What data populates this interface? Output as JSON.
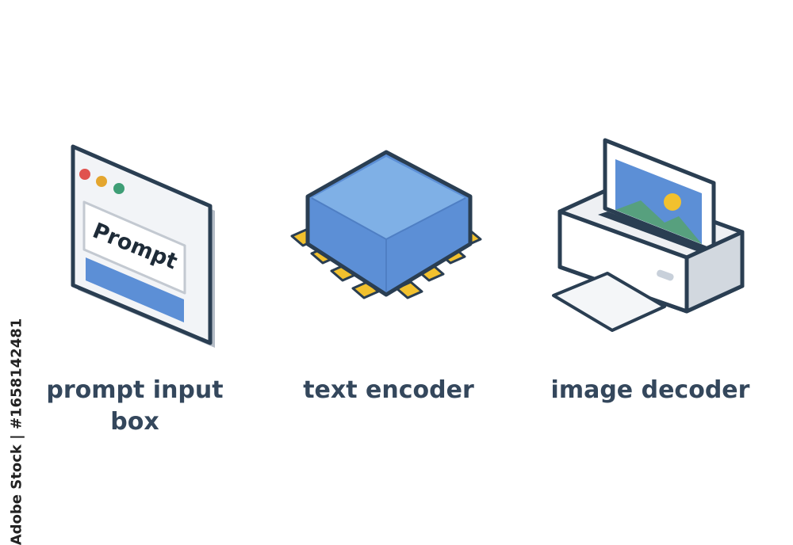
{
  "items": [
    {
      "label_line1": "prompt input",
      "label_line2": "box",
      "screen_text": "Prompt",
      "icon": "browser-window-icon"
    },
    {
      "label_line1": "text encoder",
      "icon": "microchip-icon"
    },
    {
      "label_line1": "image decoder",
      "icon": "printer-icon"
    }
  ],
  "watermark_id": "Adobe Stock | #1658142481",
  "colors": {
    "outline": "#2a3e52",
    "blue": "#5c8fd6",
    "chip_top": "#7fb0e6",
    "gold": "#f2c12e",
    "gray": "#eef0f3",
    "text": "#34475c"
  }
}
